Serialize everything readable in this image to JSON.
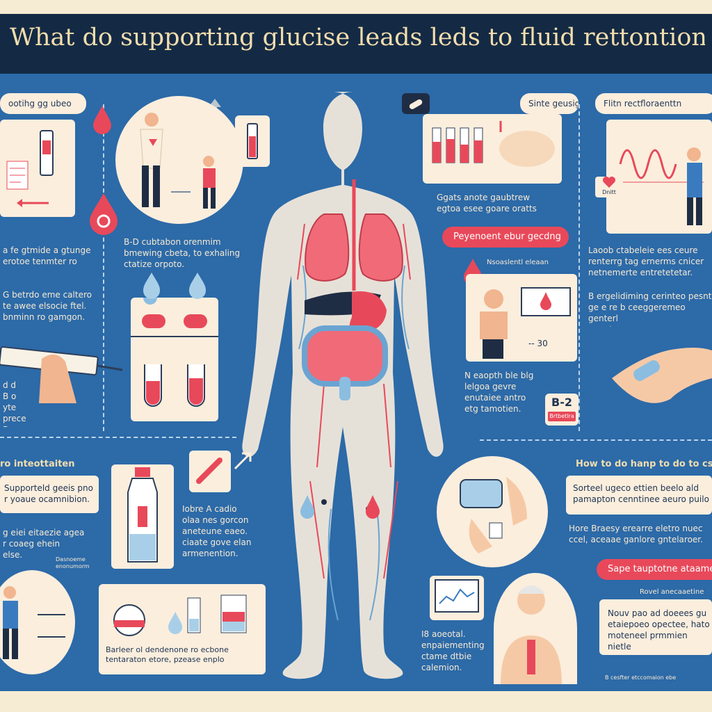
{
  "title": "What do supporting glucise leads leds to fluid rettontion",
  "colors": {
    "navy": "#142a44",
    "blue": "#2c6aa8",
    "cream": "#fbeedd",
    "red": "#e8495a",
    "skin": "#f6d9bb"
  },
  "top_left": {
    "label": "ootihg gg ubeo",
    "text1": "a fe gtmide a gtunge\nerotoe tenmter ro",
    "text2": "G betrdo eme caltero\nte awee elsocie ftel.\nbnminn ro gamgon."
  },
  "top_center_left": {
    "text": "B-D cubtabon orenmim\nbmewing cbeta, to exhaling\nctatize orpoto."
  },
  "left_mid": {
    "text": "d d\nB o\nyte prece\nB pmo."
  },
  "top_right_center": {
    "bubble": "Sinte geusig",
    "chart_text": "Ggats anote gaubtrew\negtoa esee goare oratts",
    "red_pill": "Peyenoent ebur gecdng",
    "clinic_label": "Nsoaslentl eleaan",
    "readout": "-- 30",
    "text": "N eaopth ble blg\nlelgoa gevre\nenutaiee antro\netg tamotien."
  },
  "badge": {
    "value": "B-2",
    "label": "Brtbetlra"
  },
  "top_right": {
    "label": "Flitn rectfloraenttn",
    "badge": "Dnitt",
    "text1": "Laoob ctabeleie ees ceure\nrenterrg tag ernerms cnicer\nnetnemerte entretetetar.",
    "text2": "B ergelidiming cerinteo pesnt\nge e re b ceeggeremeo genterl\ngennteon."
  },
  "bottom_left": {
    "heading": "ro inteottaiten",
    "box_text": "Supporteld geeis pno\nr yoaue ocamnibion.",
    "text": "g eiei eitaezie agea\nr coaeg ehein\nelse.",
    "bubble_label": "Dasnoeme\nenonumorm",
    "bottom_box_text": "Barleer ol dendenone ro ecbone\ntentaraton etore, pzease enplo"
  },
  "bottom_center": {
    "text": "Iobre A cadio\nolaa nes gorcon\naneteune eaeo.\nciaate gove elan\narmenention."
  },
  "bottom_right": {
    "heading": "How to do hanp to do to cs",
    "box_text": "Sorteel ugeco ettien beelo ald\npamapton cenntinee aeuro puilo",
    "text": "Hore Braesy erearre eletro nuec\nccel, aceaae ganlore gntelaroer.",
    "red_pill": "Sape tauptotne ataamete",
    "label": "Rovel anecaaetine",
    "box2_text": "Nouv pao ad doeees gu\netaiepoeo opectee, hato\nmoteneel prmmien nietle",
    "monitor_text": "I8 aoeotal.\nenpaiementing\nctame dtbie\ncalemion.",
    "footnote": "B cesfter etccomaion ebe"
  }
}
